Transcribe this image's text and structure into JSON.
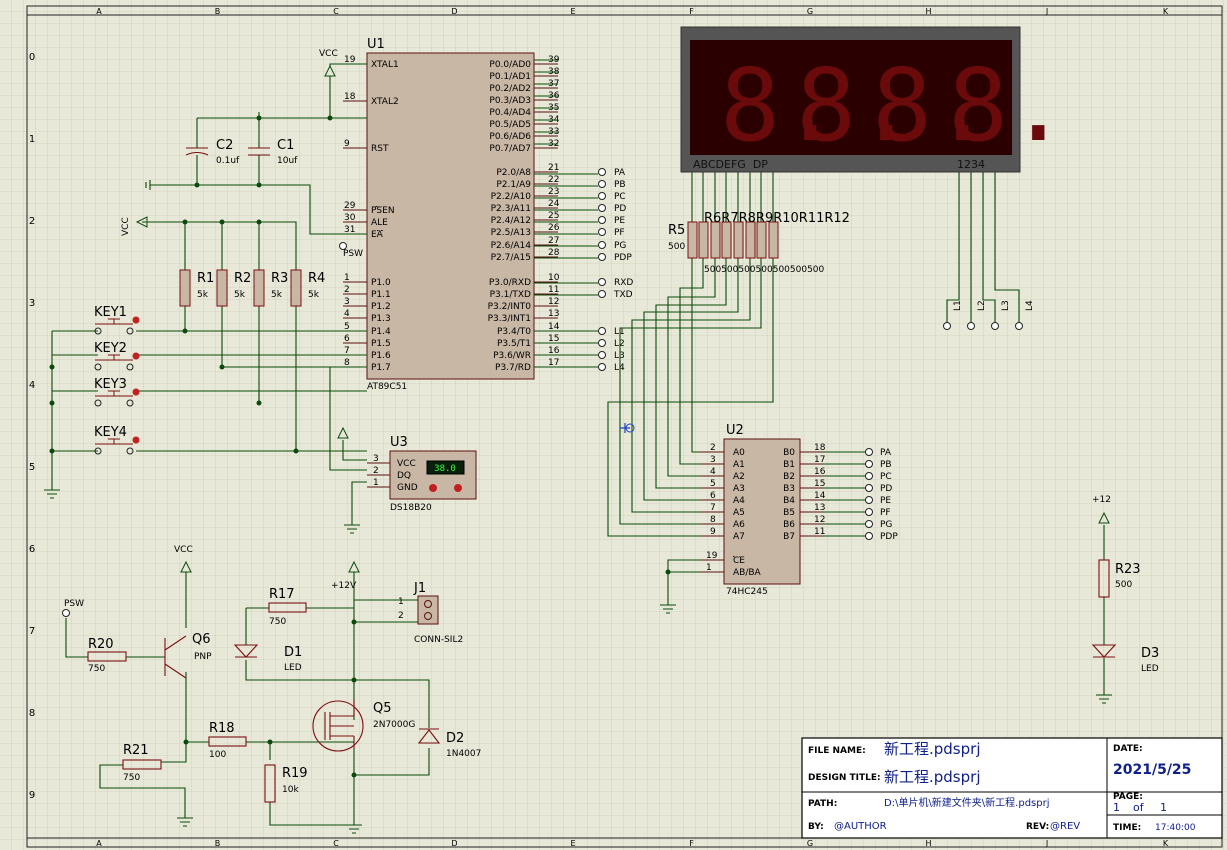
{
  "grid": {
    "columns": [
      "A",
      "B",
      "C",
      "D",
      "E",
      "F",
      "G",
      "H",
      "J",
      "K"
    ],
    "rows": [
      "0",
      "1",
      "2",
      "3",
      "4",
      "5",
      "6",
      "7",
      "8",
      "9"
    ]
  },
  "u1": {
    "ref": "U1",
    "part": "AT89C51",
    "left_pins": [
      {
        "num": "19",
        "name": "XTAL1"
      },
      {
        "num": "18",
        "name": "XTAL2"
      },
      {
        "num": "9",
        "name": "RST"
      },
      {
        "num": "29",
        "name": "PSEN"
      },
      {
        "num": "30",
        "name": "ALE"
      },
      {
        "num": "31",
        "name": "EA"
      },
      {
        "num": "1",
        "name": "P1.0"
      },
      {
        "num": "2",
        "name": "P1.1"
      },
      {
        "num": "3",
        "name": "P1.2"
      },
      {
        "num": "4",
        "name": "P1.3"
      },
      {
        "num": "5",
        "name": "P1.4"
      },
      {
        "num": "6",
        "name": "P1.5"
      },
      {
        "num": "7",
        "name": "P1.6"
      },
      {
        "num": "8",
        "name": "P1.7"
      }
    ],
    "right_pins": [
      {
        "num": "39",
        "name": "P0.0/AD0"
      },
      {
        "num": "38",
        "name": "P0.1/AD1"
      },
      {
        "num": "37",
        "name": "P0.2/AD2"
      },
      {
        "num": "36",
        "name": "P0.3/AD3"
      },
      {
        "num": "35",
        "name": "P0.4/AD4"
      },
      {
        "num": "34",
        "name": "P0.5/AD5"
      },
      {
        "num": "33",
        "name": "P0.6/AD6"
      },
      {
        "num": "32",
        "name": "P0.7/AD7"
      },
      {
        "num": "21",
        "name": "P2.0/A8",
        "net": "PA"
      },
      {
        "num": "22",
        "name": "P2.1/A9",
        "net": "PB"
      },
      {
        "num": "23",
        "name": "P2.2/A10",
        "net": "PC"
      },
      {
        "num": "24",
        "name": "P2.3/A11",
        "net": "PD"
      },
      {
        "num": "25",
        "name": "P2.4/A12",
        "net": "PE"
      },
      {
        "num": "26",
        "name": "P2.5/A13",
        "net": "PF"
      },
      {
        "num": "27",
        "name": "P2.6/A14",
        "net": "PG"
      },
      {
        "num": "28",
        "name": "P2.7/A15",
        "net": "PDP"
      },
      {
        "num": "10",
        "name": "P3.0/RXD",
        "net": "RXD"
      },
      {
        "num": "11",
        "name": "P3.1/TXD",
        "net": "TXD"
      },
      {
        "num": "12",
        "name": "P3.2/INT0"
      },
      {
        "num": "13",
        "name": "P3.3/INT1"
      },
      {
        "num": "14",
        "name": "P3.4/T0",
        "net": "L1"
      },
      {
        "num": "15",
        "name": "P3.5/T1",
        "net": "L2"
      },
      {
        "num": "16",
        "name": "P3.6/WR",
        "net": "L3"
      },
      {
        "num": "17",
        "name": "P3.7/RD",
        "net": "L4"
      }
    ]
  },
  "u2": {
    "ref": "U2",
    "part": "74HC245",
    "a_pins": [
      {
        "num": "2",
        "name": "A0"
      },
      {
        "num": "3",
        "name": "A1"
      },
      {
        "num": "4",
        "name": "A2"
      },
      {
        "num": "5",
        "name": "A3"
      },
      {
        "num": "6",
        "name": "A4"
      },
      {
        "num": "7",
        "name": "A5"
      },
      {
        "num": "8",
        "name": "A6"
      },
      {
        "num": "9",
        "name": "A7"
      }
    ],
    "b_pins": [
      {
        "num": "18",
        "name": "B0",
        "net": "PA"
      },
      {
        "num": "17",
        "name": "B1",
        "net": "PB"
      },
      {
        "num": "16",
        "name": "B2",
        "net": "PC"
      },
      {
        "num": "15",
        "name": "B3",
        "net": "PD"
      },
      {
        "num": "14",
        "name": "B4",
        "net": "PE"
      },
      {
        "num": "13",
        "name": "B5",
        "net": "PF"
      },
      {
        "num": "12",
        "name": "B6",
        "net": "PG"
      },
      {
        "num": "11",
        "name": "B7",
        "net": "PDP"
      }
    ],
    "ctrl_pins": [
      {
        "num": "19",
        "name": "CE"
      },
      {
        "num": "1",
        "name": "AB/BA"
      }
    ]
  },
  "u3": {
    "ref": "U3",
    "part": "DS18B20",
    "pins": [
      {
        "num": "3",
        "name": "VCC"
      },
      {
        "num": "2",
        "name": "DQ"
      },
      {
        "num": "1",
        "name": "GND"
      }
    ],
    "reading": "38.0"
  },
  "display": {
    "segment_label": "ABCDEFG  DP",
    "digit_label": "1234",
    "digits": [
      "8.",
      "8.",
      "8.",
      "8."
    ]
  },
  "caps": [
    {
      "ref": "C2",
      "value": "0.1uf"
    },
    {
      "ref": "C1",
      "value": "10uf"
    }
  ],
  "pullups": [
    {
      "ref": "R1",
      "value": "5k"
    },
    {
      "ref": "R2",
      "value": "5k"
    },
    {
      "ref": "R3",
      "value": "5k"
    },
    {
      "ref": "R4",
      "value": "5k"
    }
  ],
  "keys": [
    "KEY1",
    "KEY2",
    "KEY3",
    "KEY4"
  ],
  "seg_resistors": {
    "first": {
      "ref": "R5",
      "value": "500"
    },
    "overlap_label": "R6R7R8R9R10R11R12",
    "vals": "500500500500500500500"
  },
  "digit_lines": [
    "L1",
    "L2",
    "L3",
    "L4"
  ],
  "power": {
    "vcc": "VCC",
    "plus12": "+12",
    "plus12v": "+12V",
    "psw": "PSW"
  },
  "driver": {
    "q6": {
      "ref": "Q6",
      "type": "PNP"
    },
    "q5": {
      "ref": "Q5",
      "type": "2N7000G"
    },
    "r20": {
      "ref": "R20",
      "value": "750"
    },
    "r21": {
      "ref": "R21",
      "value": "750"
    },
    "r18": {
      "ref": "R18",
      "value": "100"
    },
    "r19": {
      "ref": "R19",
      "value": "10k"
    },
    "r17": {
      "ref": "R17",
      "value": "750"
    },
    "d1": {
      "ref": "D1",
      "type": "LED"
    },
    "d2": {
      "ref": "D2",
      "type": "1N4007"
    },
    "j1": {
      "ref": "J1",
      "part": "CONN-SIL2",
      "pins": [
        "1",
        "2"
      ]
    },
    "r23": {
      "ref": "R23",
      "value": "500"
    },
    "d3": {
      "ref": "D3",
      "type": "LED"
    }
  },
  "title_block": {
    "file_name_label": "FILE NAME:",
    "file_name": "新工程.pdsprj",
    "design_title_label": "DESIGN TITLE:",
    "design_title": "新工程.pdsprj",
    "path_label": "PATH:",
    "path": "D:\\单片机\\新建文件夹\\新工程.pdsprj",
    "by_label": "BY:",
    "author": "@AUTHOR",
    "rev_label": "REV:",
    "rev": "@REV",
    "date_label": "DATE:",
    "date": "2021/5/25",
    "page_label": "PAGE:",
    "page": "1",
    "of": "of",
    "pages": "1",
    "time_label": "TIME:",
    "time": "17:40:00"
  }
}
